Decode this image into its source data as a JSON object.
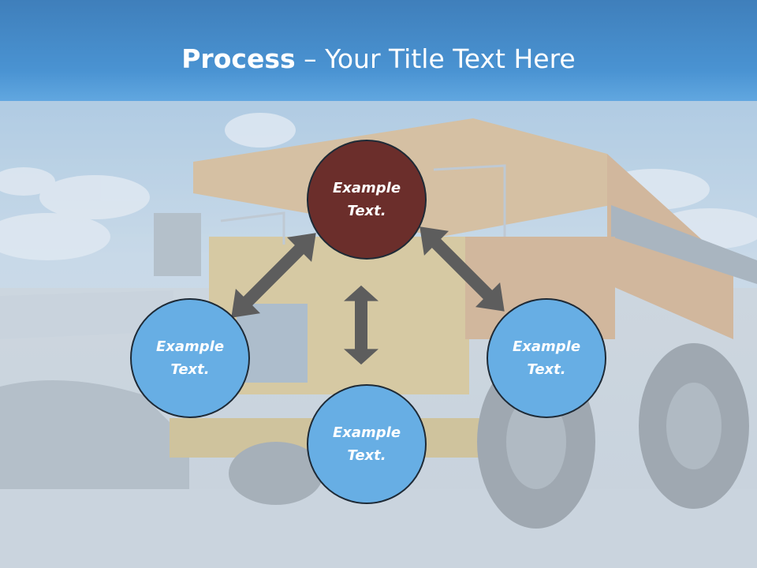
{
  "title": {
    "bold": "Process",
    "rest": " – Your Title Text Here"
  },
  "nodes": [
    {
      "label": "Example\nText.",
      "color": "#6b2e2b"
    },
    {
      "label": "Example\nText.",
      "color": "#67aee4"
    },
    {
      "label": "Example\nText.",
      "color": "#67aee4"
    },
    {
      "label": "Example\nText.",
      "color": "#67aee4"
    }
  ],
  "colors": {
    "title_bar": "#4a93d2",
    "arrow": "#5d5d5d",
    "node_border": "#1e2a36"
  }
}
